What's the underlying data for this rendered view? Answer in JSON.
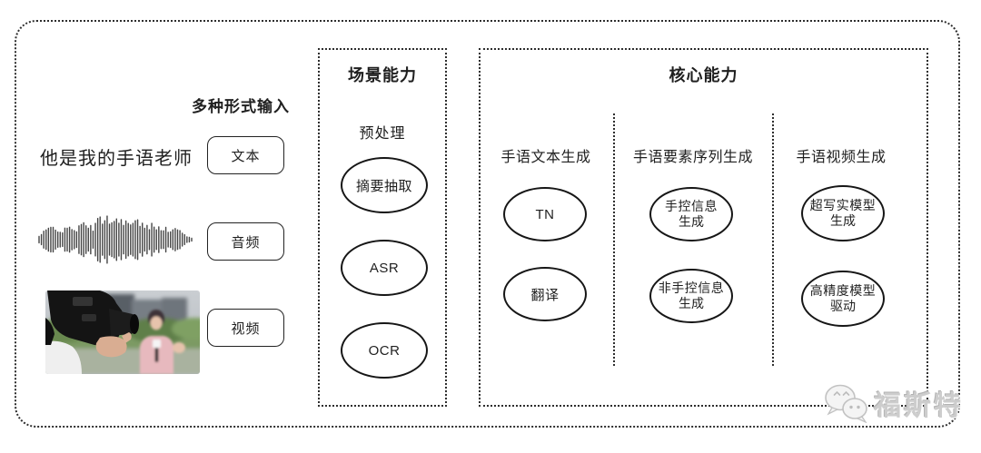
{
  "colors": {
    "ink": "#1f1f1f",
    "dotted_line": "#2e2e2e",
    "watermark_gray": "#cdcdcd",
    "background": "#ffffff"
  },
  "input_section": {
    "title": "多种形式输入",
    "sentence": "他是我的手语老师",
    "items": [
      {
        "label": "文本"
      },
      {
        "label": "音频"
      },
      {
        "label": "视频"
      }
    ],
    "media": [
      {
        "icon": "audio-waveform"
      },
      {
        "icon": "video-frame-photo"
      }
    ]
  },
  "scene_box": {
    "title": "场景能力",
    "subtitle": "预处理",
    "nodes": [
      {
        "label": "摘要抽取"
      },
      {
        "label": "ASR"
      },
      {
        "label": "OCR"
      }
    ]
  },
  "core_box": {
    "title": "核心能力",
    "columns": [
      {
        "header": "手语文本生成",
        "nodes": [
          {
            "line1": "TN"
          },
          {
            "line1": "翻译"
          }
        ]
      },
      {
        "header": "手语要素序列生成",
        "nodes": [
          {
            "line1": "手控信息",
            "line2": "生成"
          },
          {
            "line1": "非手控信息",
            "line2": "生成"
          }
        ]
      },
      {
        "header": "手语视频生成",
        "nodes": [
          {
            "line1": "超写实模型",
            "line2": "生成"
          },
          {
            "line1": "高精度模型",
            "line2": "驱动"
          }
        ]
      }
    ]
  },
  "watermark": {
    "text": "福斯特",
    "icon": "wechat-logo-icon"
  }
}
